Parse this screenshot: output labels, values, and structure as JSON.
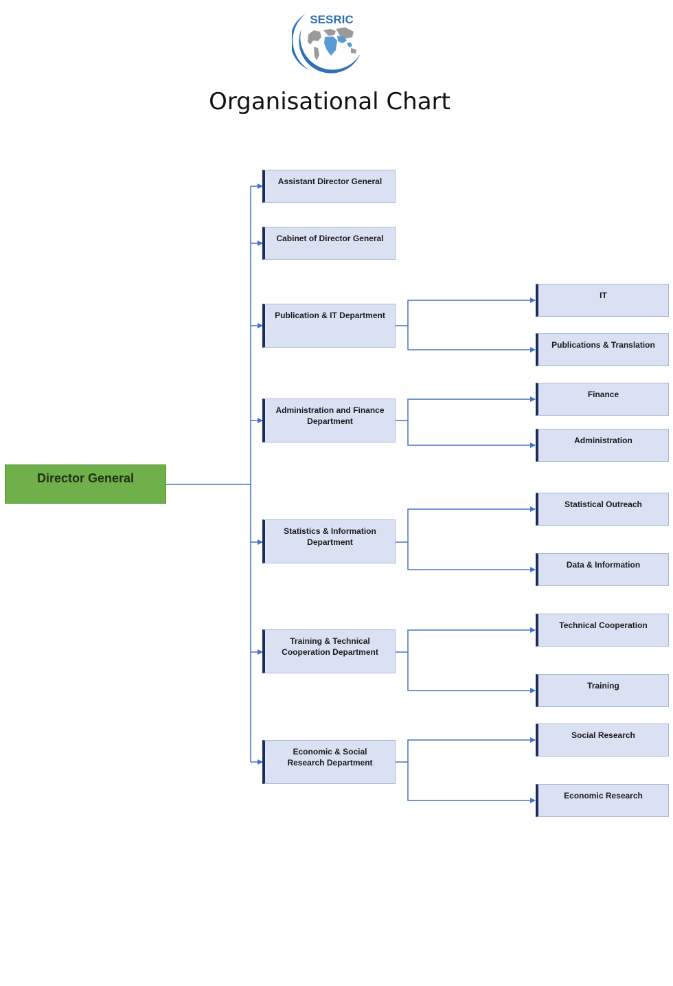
{
  "header": {
    "logo_text": "SESRIC",
    "title": "Organisational Chart"
  },
  "colors": {
    "director_fill": "#6fb04a",
    "box_fill": "#dae1f2",
    "box_accent": "#1c2c5a",
    "connector": "#4472c4",
    "logo_blue": "#2f6fb7"
  },
  "director": {
    "label": "Director General"
  },
  "departments": [
    {
      "label": "Assistant Director General"
    },
    {
      "label": "Cabinet of Director General"
    },
    {
      "label": "Publication & IT Department"
    },
    {
      "label": "Administration and Finance Department"
    },
    {
      "label": "Statistics & Information Department"
    },
    {
      "label": "Training & Technical Cooperation Department"
    },
    {
      "label": "Economic & Social Research Department"
    }
  ],
  "units": [
    {
      "label": "IT"
    },
    {
      "label": "Publications & Translation"
    },
    {
      "label": "Finance"
    },
    {
      "label": "Administration"
    },
    {
      "label": "Statistical Outreach"
    },
    {
      "label": "Data & Information"
    },
    {
      "label": "Technical Cooperation"
    },
    {
      "label": "Training"
    },
    {
      "label": "Social Research"
    },
    {
      "label": "Economic Research"
    }
  ]
}
